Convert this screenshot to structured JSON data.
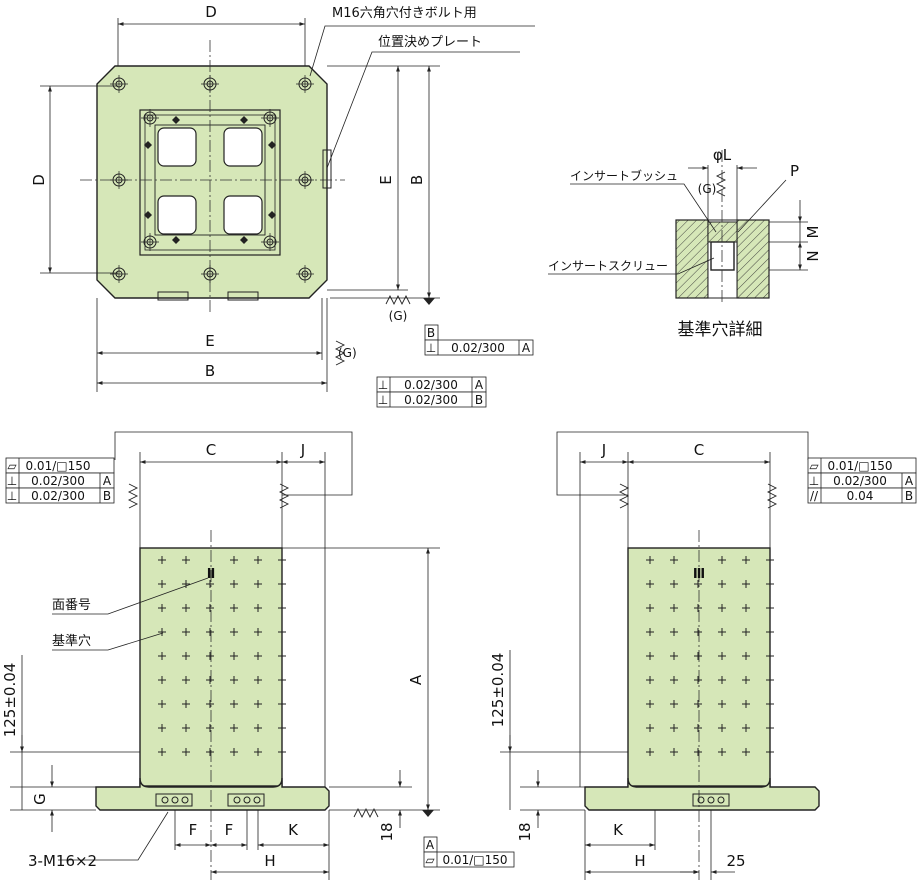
{
  "top_view": {
    "dim_top": "D",
    "dim_left": "D",
    "dim_e_vertical": "E",
    "dim_b_vertical": "B",
    "dim_e_horizontal": "E",
    "dim_b_horizontal": "B",
    "callout_bolt": "M16六角穴付きボルト用",
    "callout_plate": "位置決めプレート",
    "g_bottom": "(G)",
    "g_side": "(G)",
    "tol_right_datum": "B",
    "tol_right_row": [
      "⊥",
      "0.02/300",
      "A"
    ],
    "tol_bottom_rows": [
      [
        "⊥",
        "0.02/300",
        "A"
      ],
      [
        "⊥",
        "0.02/300",
        "B"
      ]
    ]
  },
  "detail": {
    "phi_label": "φL",
    "g_label": "(G)",
    "p_label": "P",
    "m_label": "M",
    "n_label": "N",
    "bush_label": "インサートブッシュ",
    "screw_label": "インサートスクリュー",
    "title": "基準穴詳細"
  },
  "left_view": {
    "dim_c": "C",
    "dim_j": "J",
    "dim_a": "A",
    "dim_125": "125±0.04",
    "dim_g": "G",
    "dim_f1": "F",
    "dim_f2": "F",
    "dim_k": "K",
    "dim_h": "H",
    "dim_18": "18",
    "face_mark": "Ⅱ",
    "face_label": "面番号",
    "ref_hole_label": "基準穴",
    "bolt_label": "3-M16×2",
    "tol_rows": [
      [
        "⏥",
        "0.01/□150",
        ""
      ],
      [
        "⊥",
        "0.02/300",
        "A"
      ],
      [
        "⊥",
        "0.02/300",
        "B"
      ]
    ],
    "tol_bottom_datum": "A",
    "tol_bottom_row": [
      "⏥",
      "0.01/□150"
    ]
  },
  "right_view": {
    "dim_j": "J",
    "dim_c": "C",
    "dim_125": "125±0.04",
    "dim_k": "K",
    "dim_h": "H",
    "dim_18": "18",
    "dim_25": "25",
    "face_mark": "Ⅲ",
    "tol_rows": [
      [
        "⏥",
        "0.01/□150",
        ""
      ],
      [
        "⊥",
        "0.02/300",
        "A"
      ],
      [
        "//",
        "0.04",
        "B"
      ]
    ]
  }
}
